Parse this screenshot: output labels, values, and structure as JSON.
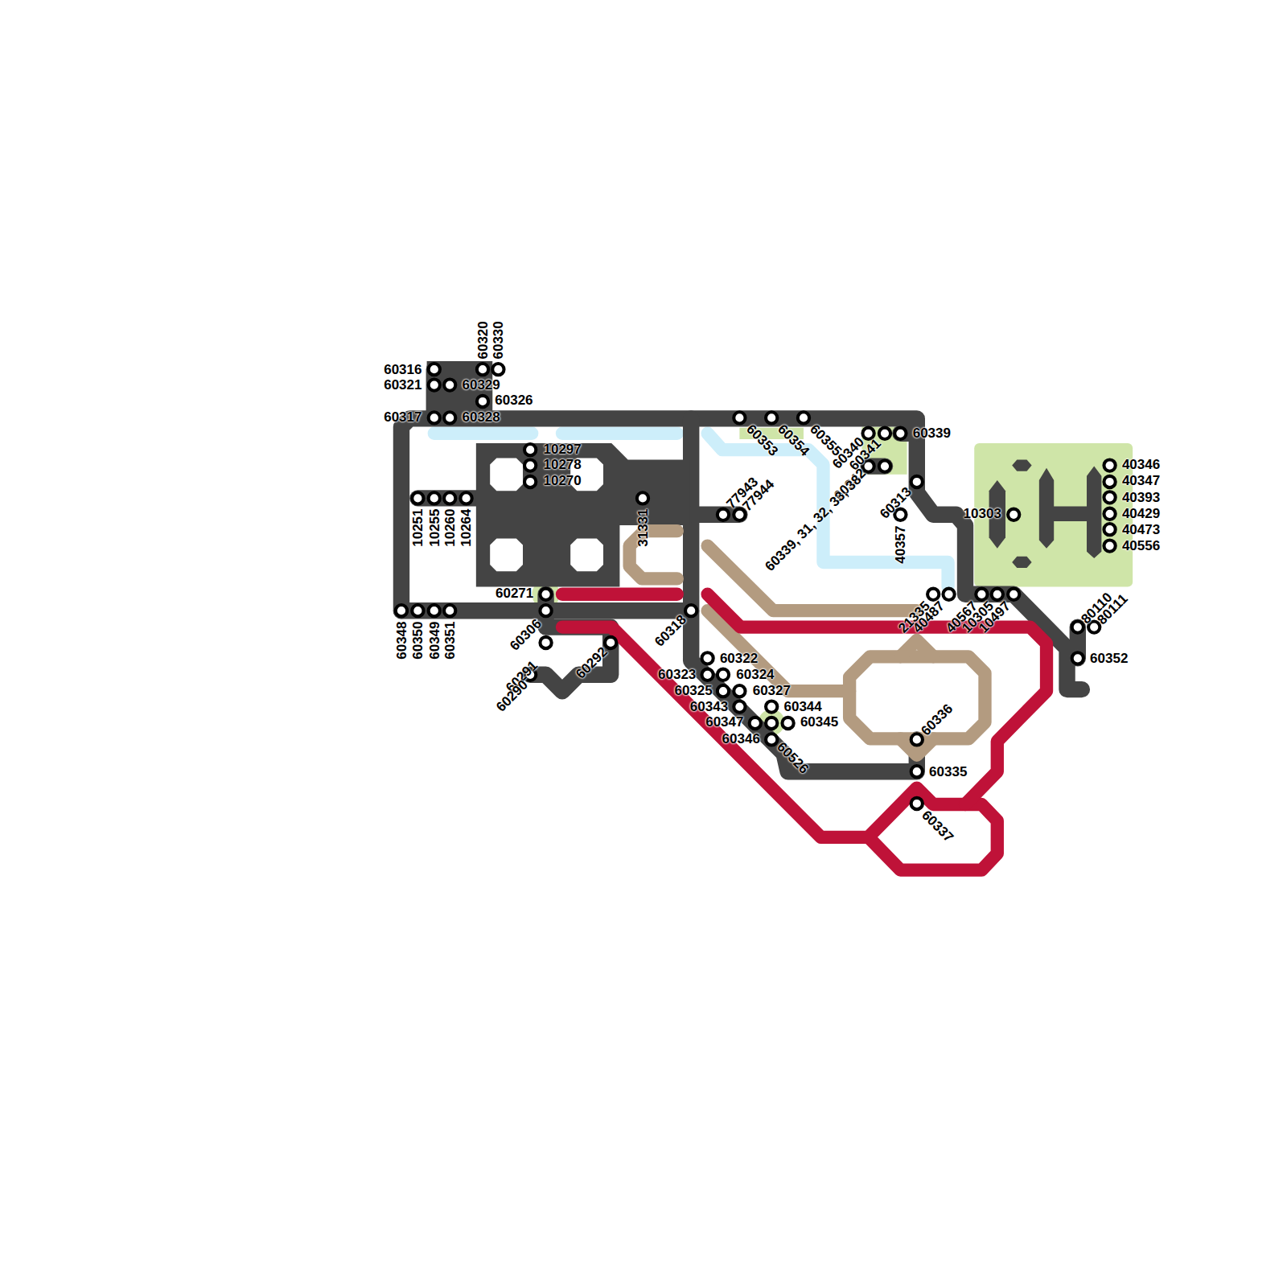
{
  "diagram": {
    "labels": [
      "60316",
      "60321",
      "60329",
      "60326",
      "60317",
      "60328",
      "60320",
      "60330",
      "10297",
      "10278",
      "10270",
      "10251",
      "10255",
      "10260",
      "10264",
      "31331",
      "77943",
      "77944",
      "60271",
      "60348",
      "60350",
      "60349",
      "60351",
      "60306",
      "60291",
      "60290",
      "60292",
      "60318",
      "60322",
      "60324",
      "60323",
      "60325",
      "60327",
      "60343",
      "60344",
      "60347",
      "60345",
      "60346",
      "60526",
      "60353",
      "60354",
      "60355",
      "60340",
      "60341",
      "60342",
      "60339",
      "60339, 31, 32, 33, 38",
      "60313",
      "40357",
      "10303",
      "40346",
      "40347",
      "40393",
      "40429",
      "40473",
      "40556",
      "21335",
      "40487",
      "40567",
      "10305",
      "10497",
      "80110",
      "80111",
      "60352",
      "60336",
      "60335",
      "60337"
    ]
  }
}
